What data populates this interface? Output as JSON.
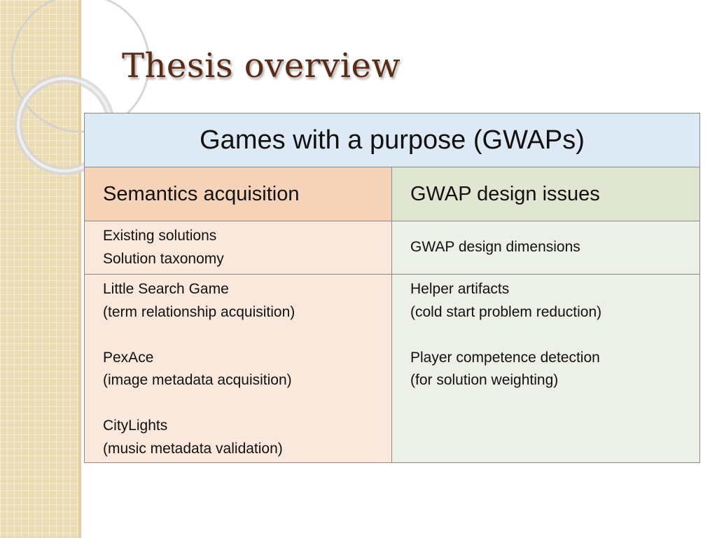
{
  "slide": {
    "title": "Thesis overview",
    "colors": {
      "title": "#5a2a14",
      "header_bg": "#dde9f4",
      "left_subheader_bg": "#f6d3b8",
      "right_subheader_bg": "#e0e6d2",
      "left_cell_bg": "#fae8dc",
      "right_cell_bg": "#edf0e7",
      "strip_bg": "#ecdcb4"
    }
  },
  "table": {
    "header": "Games with a purpose (GWAPs)",
    "columns": [
      {
        "heading": "Semantics acquisition",
        "row1": [
          "Existing solutions",
          "Solution taxonomy"
        ],
        "row2": [
          {
            "name": "Little Search Game",
            "detail": "(term relationship acquisition)"
          },
          {
            "name": "PexAce",
            "detail": "(image metadata acquisition)"
          },
          {
            "name": "CityLights",
            "detail": "(music metadata validation)"
          }
        ]
      },
      {
        "heading": "GWAP design issues",
        "row1": [
          "GWAP design dimensions"
        ],
        "row2": [
          {
            "name": "Helper artifacts",
            "detail": "(cold start problem reduction)"
          },
          {
            "name": "Player competence detection",
            "detail": "(for solution weighting)"
          }
        ]
      }
    ]
  }
}
